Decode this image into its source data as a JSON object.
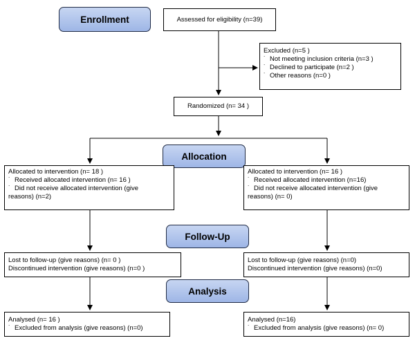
{
  "stages": {
    "enrollment": "Enrollment",
    "allocation": "Allocation",
    "followup": "Follow-Up",
    "analysis": "Analysis"
  },
  "assessed": "Assessed for eligibility (n=39)",
  "excluded": {
    "title": "Excluded  (n=5 )",
    "items": [
      "Not meeting inclusion criteria (n=3 )",
      "Declined to participate (n=2  )",
      "Other reasons (n=0  )"
    ]
  },
  "randomized": "Randomized (n= 34 )",
  "left": {
    "allocation": {
      "title": "Allocated to intervention (n= 18 )",
      "items": [
        "Received allocated intervention (n= 16 )",
        "Did not receive allocated intervention (give"
      ],
      "tail": "reasons) (n=2)"
    },
    "followup": [
      "Lost to follow-up (give reasons) (n= 0 )",
      "Discontinued intervention (give reasons) (n=0 )"
    ],
    "analysis": {
      "title": "Analysed  (n= 16 )",
      "items": [
        "Excluded from analysis (give reasons) (n=0)"
      ]
    }
  },
  "right": {
    "allocation": {
      "title": "Allocated to intervention (n= 16 )",
      "items": [
        "Received allocated intervention (n=16)",
        "Did not receive allocated intervention (give"
      ],
      "tail": "reasons) (n= 0)"
    },
    "followup": [
      "Lost to follow-up (give reasons) (n=0)",
      "Discontinued intervention (give reasons) (n=0)"
    ],
    "analysis": {
      "title": "Analysed  (n=16)",
      "items": [
        "Excluded from analysis (give reasons) (n= 0)"
      ]
    }
  },
  "colors": {
    "stage_fill": "#a9bfeb",
    "stage_border": "#1f2a44",
    "line": "#000000"
  }
}
